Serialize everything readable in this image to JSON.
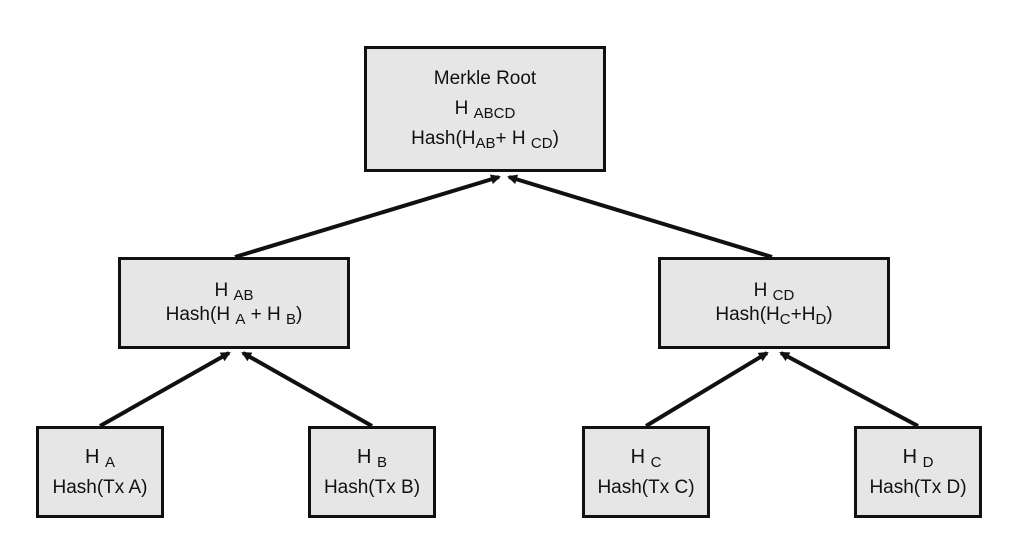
{
  "nodes": {
    "root": {
      "title": "Merkle Root",
      "hash_prefix": "H",
      "hash_sub": "ABCD",
      "formula_pre": "Hash(H",
      "formula_sub1": "AB",
      "formula_mid": "+ H",
      "formula_sub2": "CD",
      "formula_post": ")"
    },
    "hab": {
      "hash_prefix": "H",
      "hash_sub": "AB",
      "formula_pre": "Hash(H",
      "formula_sub1": "A",
      "formula_mid": "+ H",
      "formula_sub2": "B",
      "formula_post": ")"
    },
    "hcd": {
      "hash_prefix": "H",
      "hash_sub": "CD",
      "formula_pre": "Hash(H",
      "formula_sub1": "C",
      "formula_mid": "+H",
      "formula_sub2": "D",
      "formula_post": ")"
    },
    "ha": {
      "hash_prefix": "H",
      "hash_sub": "A",
      "formula": "Hash(Tx A)"
    },
    "hb": {
      "hash_prefix": "H",
      "hash_sub": "B",
      "formula": "Hash(Tx B)"
    },
    "hc": {
      "hash_prefix": "H",
      "hash_sub": "C",
      "formula": "Hash(Tx C)"
    },
    "hd": {
      "hash_prefix": "H",
      "hash_sub": "D",
      "formula": "Hash(Tx D)"
    }
  },
  "edges": [
    {
      "from": "hab",
      "to": "root"
    },
    {
      "from": "hcd",
      "to": "root"
    },
    {
      "from": "ha",
      "to": "hab"
    },
    {
      "from": "hb",
      "to": "hab"
    },
    {
      "from": "hc",
      "to": "hcd"
    },
    {
      "from": "hd",
      "to": "hcd"
    }
  ]
}
